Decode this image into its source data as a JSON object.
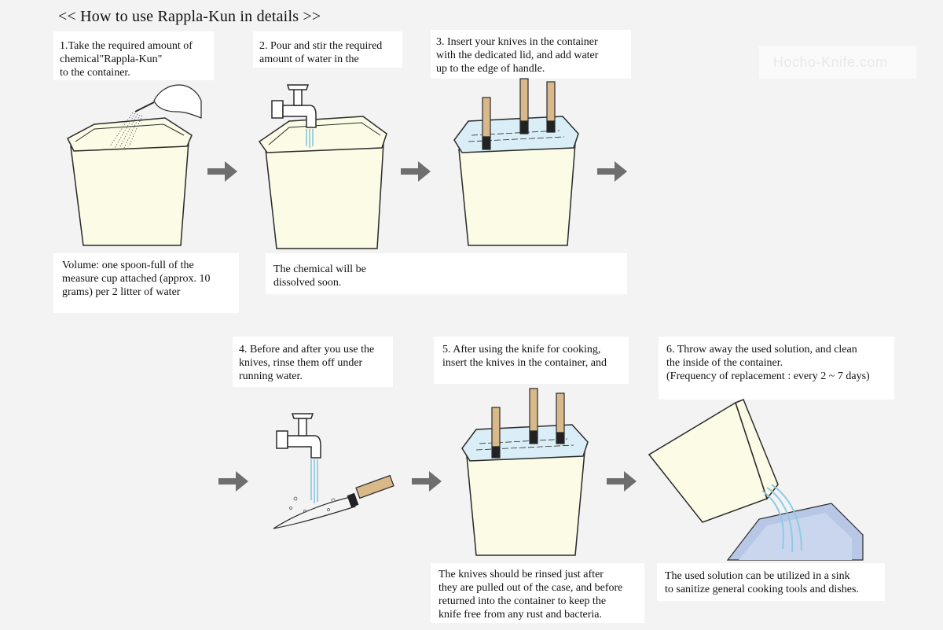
{
  "title": "<< How to use Rappla-Kun in details >>",
  "watermark": "Hocho-Knife.com",
  "steps": [
    {
      "number": 1,
      "heading": [
        "1.Take the required amount of",
        "chemical\"Rappla-Kun\"",
        "to the container."
      ],
      "note": [
        "Volume: one spoon-full of the",
        "measure cup attached (approx. 10",
        "grams) per 2 litter of water"
      ]
    },
    {
      "number": 2,
      "heading": [
        "2. Pour and stir the required",
        "amount of water in the"
      ],
      "note": [
        "The chemical will be",
        "dissolved soon."
      ]
    },
    {
      "number": 3,
      "heading": [
        "3. Insert your knives in the container",
        "with the dedicated lid, and add water",
        "up to the edge of handle."
      ],
      "note": []
    },
    {
      "number": 4,
      "heading": [
        "4. Before and after you use the",
        "knives, rinse them off under",
        "running water."
      ],
      "note": []
    },
    {
      "number": 5,
      "heading": [
        "5. After using the knife for cooking,",
        "insert the knives in the container, and"
      ],
      "note": [
        "The knives should be rinsed just after",
        "they are pulled out of the case, and before",
        "returned into the container to keep the",
        "knife free from any rust and bacteria."
      ]
    },
    {
      "number": 6,
      "heading": [
        "6. Throw away the used solution, and clean",
        "the inside of the container.",
        "(Frequency of replacement : every 2 ~ 7 days)"
      ],
      "note": [
        "The used solution can be utilized in a sink",
        "to sanitize general cooking tools and dishes."
      ]
    }
  ],
  "colors": {
    "container_fill": "#fbfbe6",
    "line": "#2a2a2a",
    "arrow": "#6e6e6e",
    "water": "#9cd3e8",
    "handle": "#d9b98a"
  },
  "icons": [
    "arrow-right-icon",
    "faucet-icon",
    "hand-icon",
    "container-icon",
    "knife-icon",
    "sink-icon"
  ]
}
